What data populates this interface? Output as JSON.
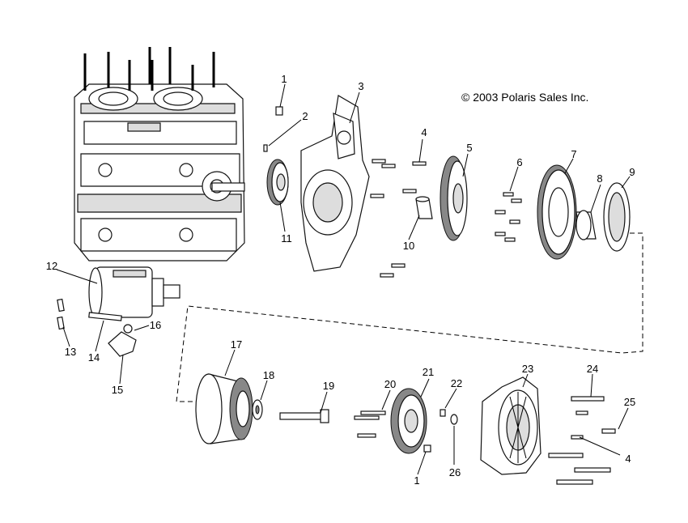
{
  "copyright": "© 2003 Polaris Sales Inc.",
  "callouts": [
    "1",
    "2",
    "3",
    "4",
    "5",
    "6",
    "7",
    "8",
    "9",
    "10",
    "11",
    "12",
    "13",
    "14",
    "15",
    "16",
    "17",
    "18",
    "19",
    "20",
    "21",
    "22",
    "23",
    "24",
    "25",
    "4",
    "26",
    "1"
  ]
}
